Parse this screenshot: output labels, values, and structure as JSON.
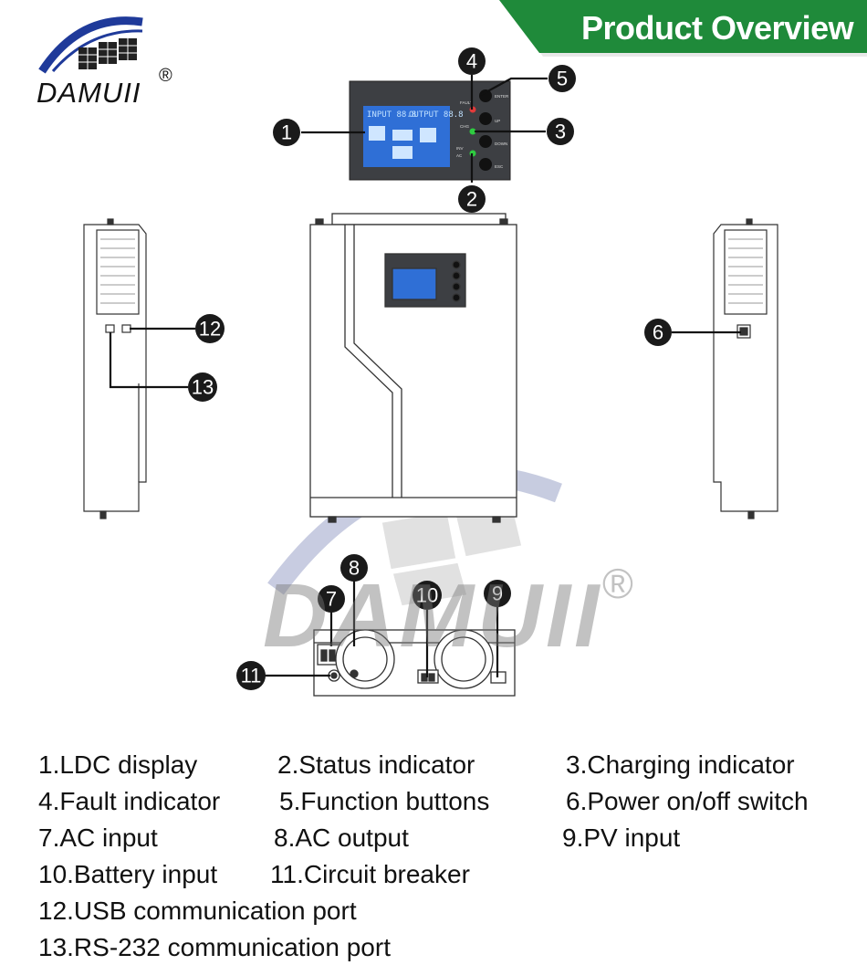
{
  "banner": {
    "title": "Product Overview",
    "color": "#1f8a3a"
  },
  "logo": {
    "text": "DAMUII",
    "registered": "®",
    "arc_color": "#1f3a9a"
  },
  "watermark": {
    "text": "DAMUII",
    "registered": "®"
  },
  "callouts": [
    "1",
    "2",
    "3",
    "4",
    "5",
    "6",
    "7",
    "8",
    "9",
    "10",
    "11",
    "12",
    "13"
  ],
  "panel": {
    "fault_label": "FAULT",
    "chg_label": "CHG",
    "inv_label": "INV",
    "ac_label": "AC",
    "enter_label": "ENTER",
    "up_label": "UP",
    "down_label": "DOWN",
    "esc_label": "ESC"
  },
  "legend": [
    {
      "text": "1.LDC display"
    },
    {
      "text": "2.Status indicator"
    },
    {
      "text": "3.Charging indicator"
    },
    {
      "text": "4.Fault indicator"
    },
    {
      "text": "5.Function buttons"
    },
    {
      "text": "6.Power on/off switch"
    },
    {
      "text": "7.AC input"
    },
    {
      "text": "8.AC output"
    },
    {
      "text": "9.PV input"
    },
    {
      "text": "10.Battery input"
    },
    {
      "text": "11.Circuit breaker"
    },
    {
      "text": "12.USB communication port"
    },
    {
      "text": "13.RS-232 communication port"
    }
  ]
}
